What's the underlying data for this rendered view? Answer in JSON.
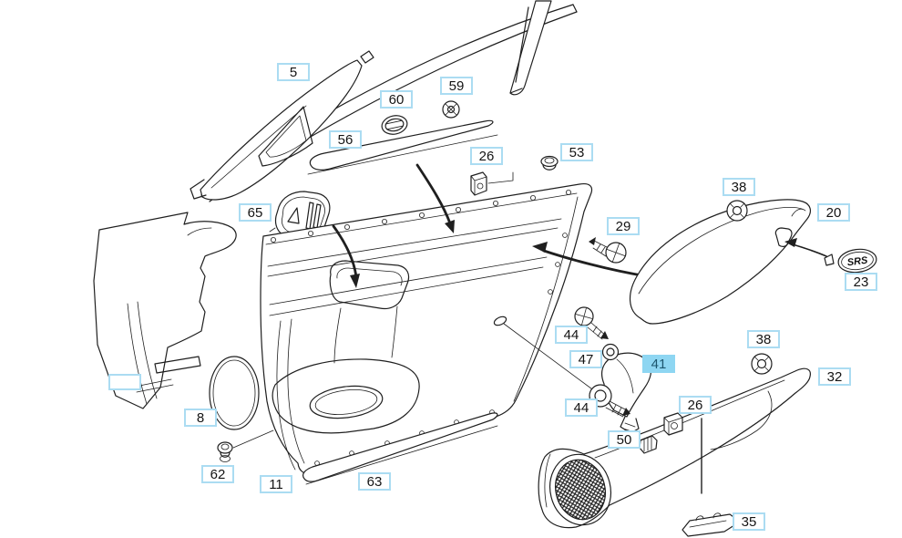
{
  "diagram": {
    "type": "exploded-parts-diagram",
    "subject": "front door interior trim panel",
    "background_color": "#ffffff",
    "line_color": "#1f1f1f",
    "label_border_color": "#abdcf2",
    "label_text_color": "#141414",
    "highlight_fill": "#8ed6f2",
    "highlight_text_color": "#1d566e",
    "srs_badge_text": "SRS",
    "labels": [
      {
        "id": "5",
        "text": "5",
        "highlighted": false
      },
      {
        "id": "60",
        "text": "60",
        "highlighted": false
      },
      {
        "id": "59",
        "text": "59",
        "highlighted": false
      },
      {
        "id": "56",
        "text": "56",
        "highlighted": false
      },
      {
        "id": "26-top",
        "text": "26",
        "highlighted": false
      },
      {
        "id": "53",
        "text": "53",
        "highlighted": false
      },
      {
        "id": "65",
        "text": "65",
        "highlighted": false
      },
      {
        "id": "38-top",
        "text": "38",
        "highlighted": false
      },
      {
        "id": "20",
        "text": "20",
        "highlighted": false
      },
      {
        "id": "23",
        "text": "23",
        "highlighted": false
      },
      {
        "id": "29",
        "text": "29",
        "highlighted": false
      },
      {
        "id": "44-upper",
        "text": "44",
        "highlighted": false
      },
      {
        "id": "47",
        "text": "47",
        "highlighted": false
      },
      {
        "id": "41",
        "text": "41",
        "highlighted": true
      },
      {
        "id": "38-lower",
        "text": "38",
        "highlighted": false
      },
      {
        "id": "32",
        "text": "32",
        "highlighted": false
      },
      {
        "id": "44-lower",
        "text": "44",
        "highlighted": false
      },
      {
        "id": "26-lower",
        "text": "26",
        "highlighted": false
      },
      {
        "id": "50",
        "text": "50",
        "highlighted": false
      },
      {
        "id": "empty",
        "text": "",
        "highlighted": false
      },
      {
        "id": "8",
        "text": "8",
        "highlighted": false
      },
      {
        "id": "62",
        "text": "62",
        "highlighted": false
      },
      {
        "id": "11",
        "text": "11",
        "highlighted": false
      },
      {
        "id": "63",
        "text": "63",
        "highlighted": false
      },
      {
        "id": "35",
        "text": "35",
        "highlighted": false
      }
    ]
  }
}
